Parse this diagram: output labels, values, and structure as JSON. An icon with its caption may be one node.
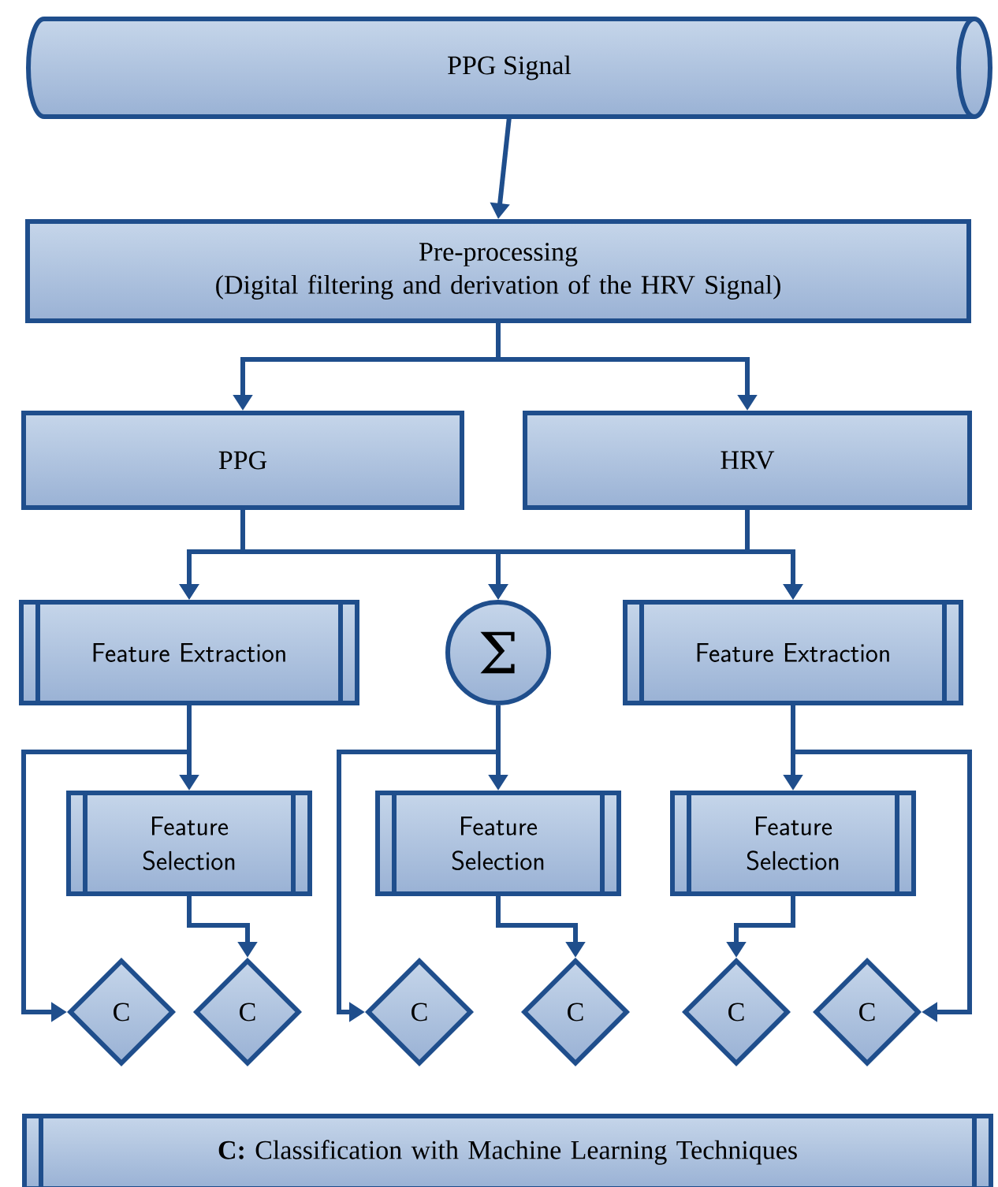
{
  "diagram": {
    "nodes": [
      {
        "text": [
          "PPG Signal"
        ]
      },
      {
        "text": [
          "Pre-processing",
          "(Digital filtering and derivation of the HRV Signal)"
        ]
      },
      {
        "text": [
          "PPG"
        ]
      },
      {
        "text": [
          "HRV"
        ]
      },
      {
        "text": [
          "Feature Extraction"
        ]
      },
      {
        "text": [
          "Σ"
        ]
      },
      {
        "text": [
          "Feature Extraction"
        ]
      },
      {
        "text": [
          "Feature Selection"
        ]
      },
      {
        "text": [
          "Feature Selection"
        ]
      },
      {
        "text": [
          "Feature Selection"
        ]
      },
      {
        "text": [
          "C"
        ]
      },
      {
        "text": [
          "C"
        ]
      },
      {
        "text": [
          "C"
        ]
      },
      {
        "text": [
          "C"
        ]
      },
      {
        "text": [
          "C"
        ]
      },
      {
        "text": [
          "C"
        ]
      },
      {
        "text": [
          "**C:** Classification with Machine Learning Techniques"
        ]
      }
    ],
    "edges": [
      {
        "from": 0,
        "to": 1,
        "arrow": "to"
      },
      {
        "from": 1,
        "to": 2,
        "arrow": "to"
      },
      {
        "from": 1,
        "to": 3,
        "arrow": "to"
      },
      {
        "from": 2,
        "to": 4,
        "arrow": "to"
      },
      {
        "from": 2,
        "to": 5,
        "arrow": "to"
      },
      {
        "from": 2,
        "to": 6,
        "arrow": "to"
      },
      {
        "from": 3,
        "to": 4,
        "arrow": "to"
      },
      {
        "from": 3,
        "to": 5,
        "arrow": "to"
      },
      {
        "from": 3,
        "to": 6,
        "arrow": "to"
      },
      {
        "from": 4,
        "to": 7,
        "arrow": "to"
      },
      {
        "from": 4,
        "to": 10,
        "arrow": "to"
      },
      {
        "from": 5,
        "to": 8,
        "arrow": "to"
      },
      {
        "from": 5,
        "to": 12,
        "arrow": "to"
      },
      {
        "from": 6,
        "to": 9,
        "arrow": "to"
      },
      {
        "from": 6,
        "to": 15,
        "arrow": "to"
      },
      {
        "from": 7,
        "to": 11,
        "arrow": "to"
      },
      {
        "from": 8,
        "to": 13,
        "arrow": "to"
      },
      {
        "from": 9,
        "to": 14,
        "arrow": "to"
      }
    ]
  }
}
